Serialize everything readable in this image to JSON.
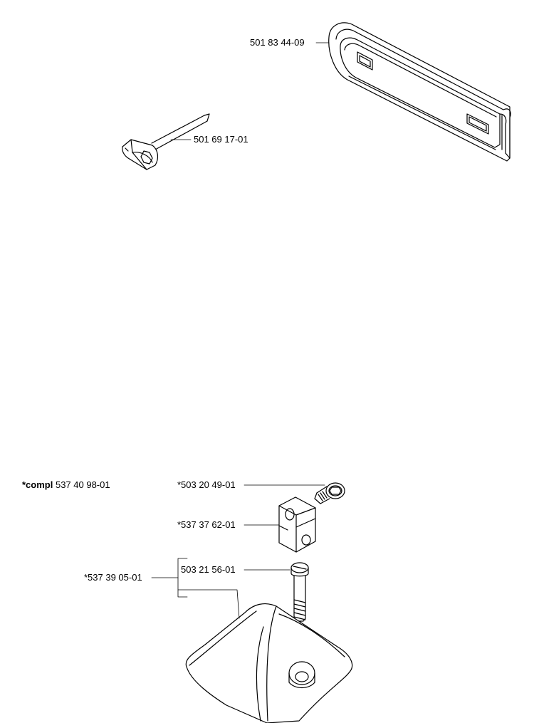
{
  "parts": {
    "bar_cover": {
      "number": "501 83 44-09"
    },
    "combination_wrench": {
      "number": "501 69 17-01"
    },
    "kit_complete": {
      "prefix": "*compl",
      "number": "537 40 98-01"
    },
    "screw_top": {
      "number": "*503 20 49-01"
    },
    "clamp_block": {
      "number": "*537 37 62-01"
    },
    "screw_bottom": {
      "number": "503 21 56-01"
    },
    "guard_assembly": {
      "number": "*537 39 05-01"
    }
  },
  "colors": {
    "line": "#000000",
    "background": "#ffffff"
  }
}
